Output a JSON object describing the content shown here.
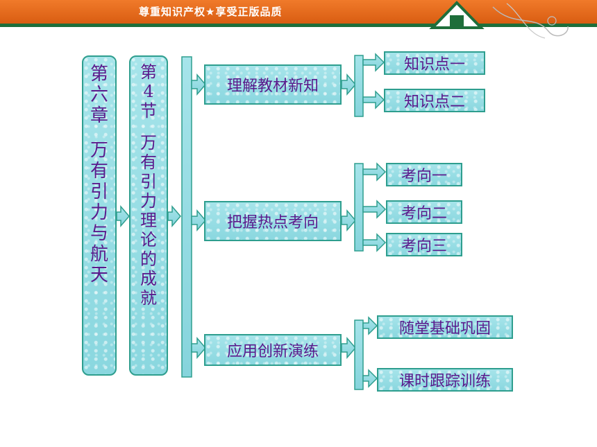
{
  "header": {
    "slogan": "尊重知识产权★享受正版品质"
  },
  "chapter": {
    "chars": [
      "第",
      "六",
      "章",
      " ",
      "万",
      "有",
      "引",
      "力",
      "与",
      "航",
      "天"
    ]
  },
  "section": {
    "chars": [
      "第",
      "4",
      "节",
      " ",
      "万",
      "有",
      "引",
      "力",
      "理",
      "论",
      "的",
      "成",
      "就"
    ]
  },
  "branches": [
    {
      "label": "理解教材新知",
      "items": [
        "知识点一",
        "知识点二"
      ]
    },
    {
      "label": "把握热点考向",
      "items": [
        "考向一",
        "考向二",
        "考向三"
      ]
    },
    {
      "label": "应用创新演练",
      "items": [
        "随堂基础巩固",
        "课时跟踪训练"
      ]
    }
  ],
  "colors": {
    "box": "#9adde4",
    "border": "#2e9e8e",
    "text": "#5a1a8c",
    "bar": "#e06a1c",
    "green": "#1e6e3a"
  }
}
